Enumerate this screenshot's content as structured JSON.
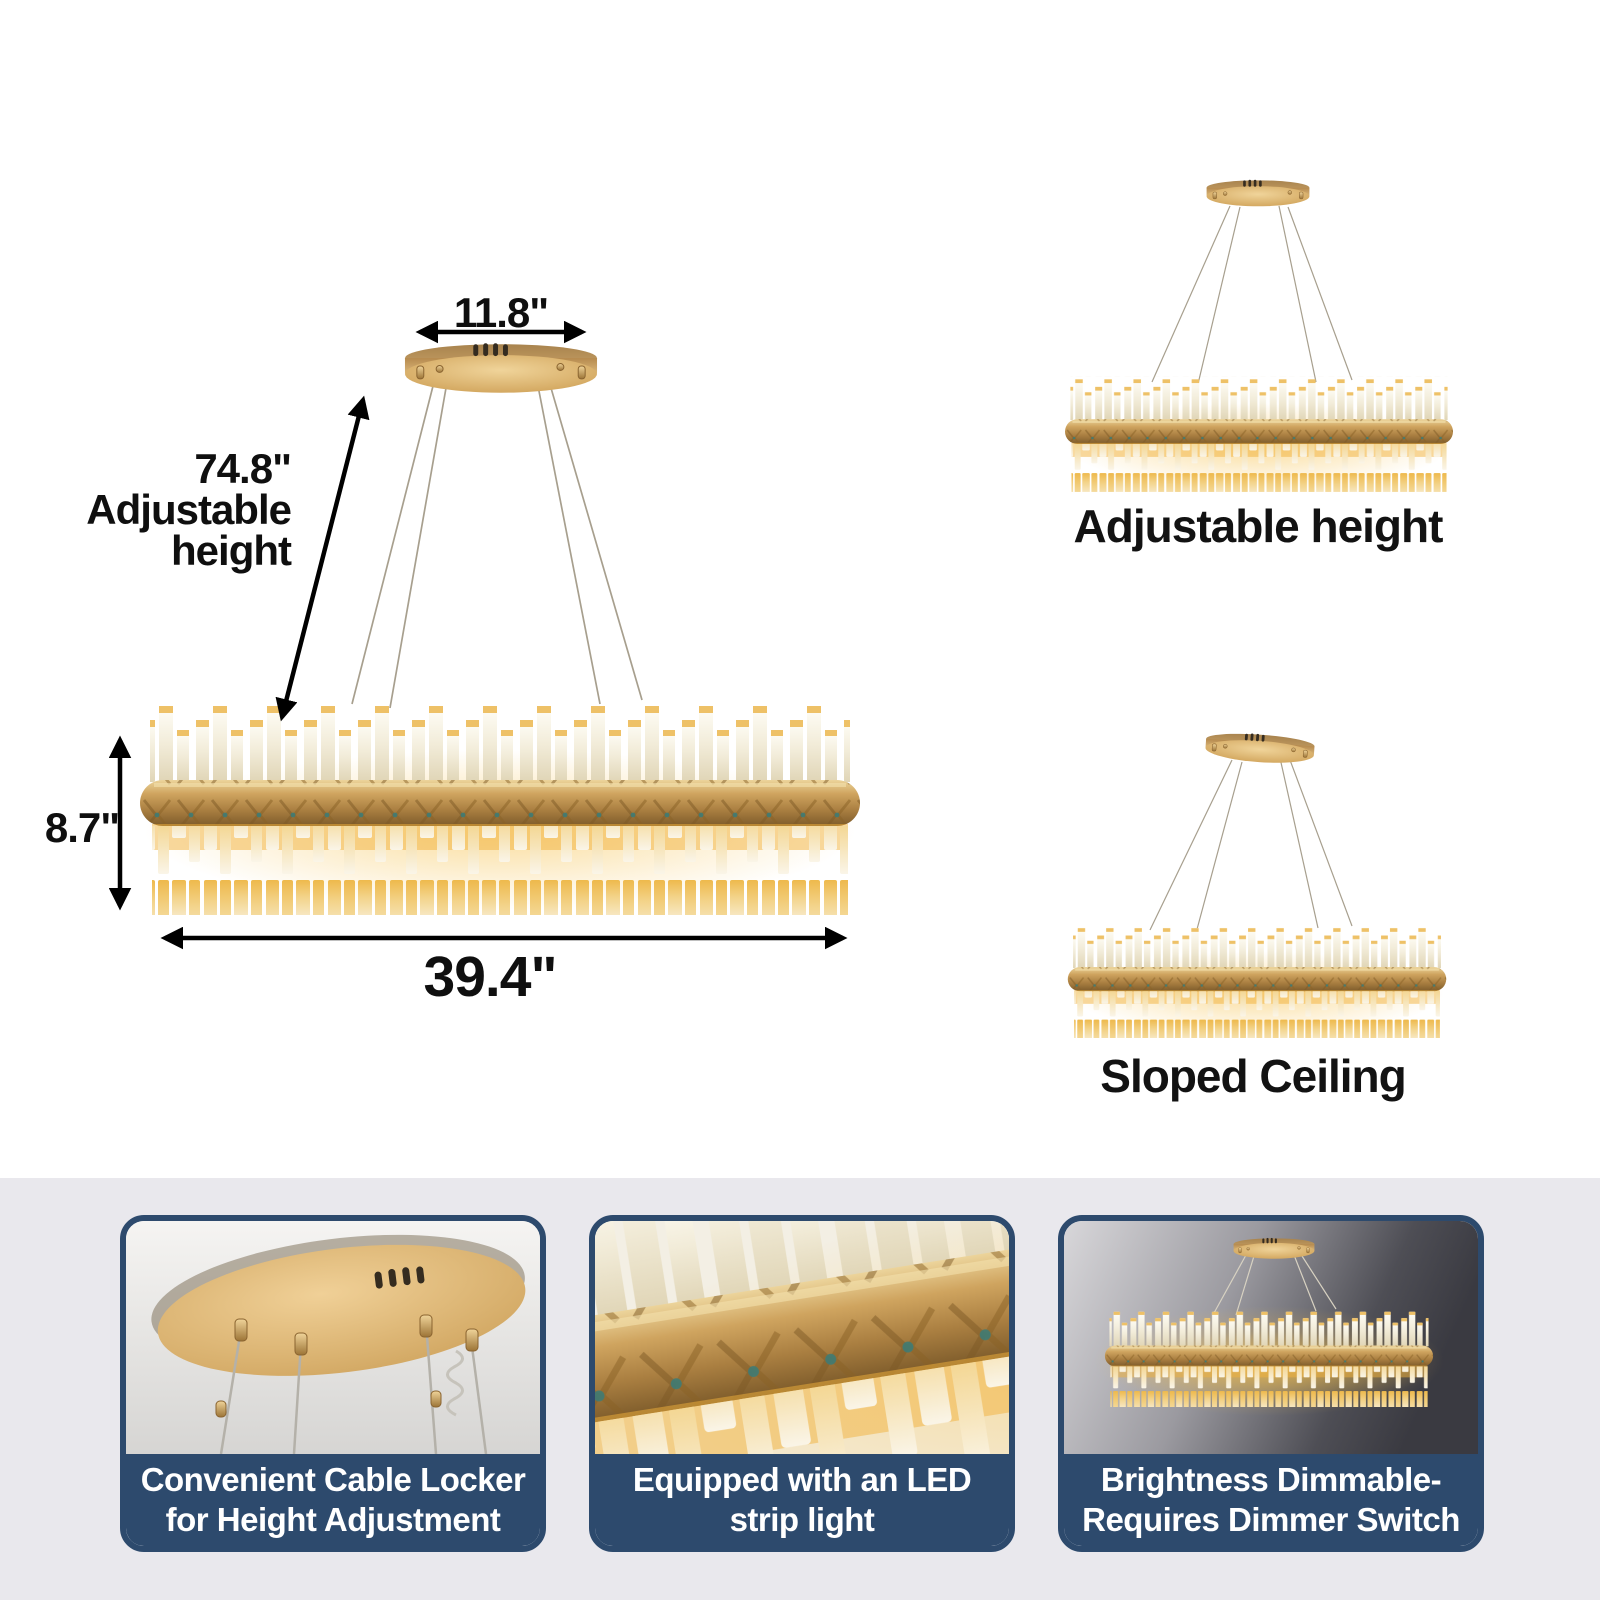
{
  "dimensions": {
    "canopy_width": "11.8\"",
    "adjustable_height_value": "74.8\"",
    "adjustable_height_word1": "Adjustable",
    "adjustable_height_word2": "height",
    "fixture_height": "8.7\"",
    "fixture_length": "39.4\""
  },
  "installation_views": [
    {
      "caption": "Adjustable height"
    },
    {
      "caption": "Sloped Ceiling"
    }
  ],
  "feature_cards": [
    {
      "line1": "Convenient Cable Locker",
      "line2": "for Height Adjustment"
    },
    {
      "line1": "Equipped with an LED",
      "line2": "strip light"
    },
    {
      "line1": "Brightness Dimmable-",
      "line2": "Requires Dimmer Switch"
    }
  ],
  "colors": {
    "accent_navy": "#2d4a6d",
    "gold": "#c79a55",
    "glow_amber": "#f5c049",
    "lower_background": "#e9e8ed",
    "upper_background": "#ffffff",
    "dimension_text": "#0f0f0f",
    "caption_text": "#ffffff"
  }
}
